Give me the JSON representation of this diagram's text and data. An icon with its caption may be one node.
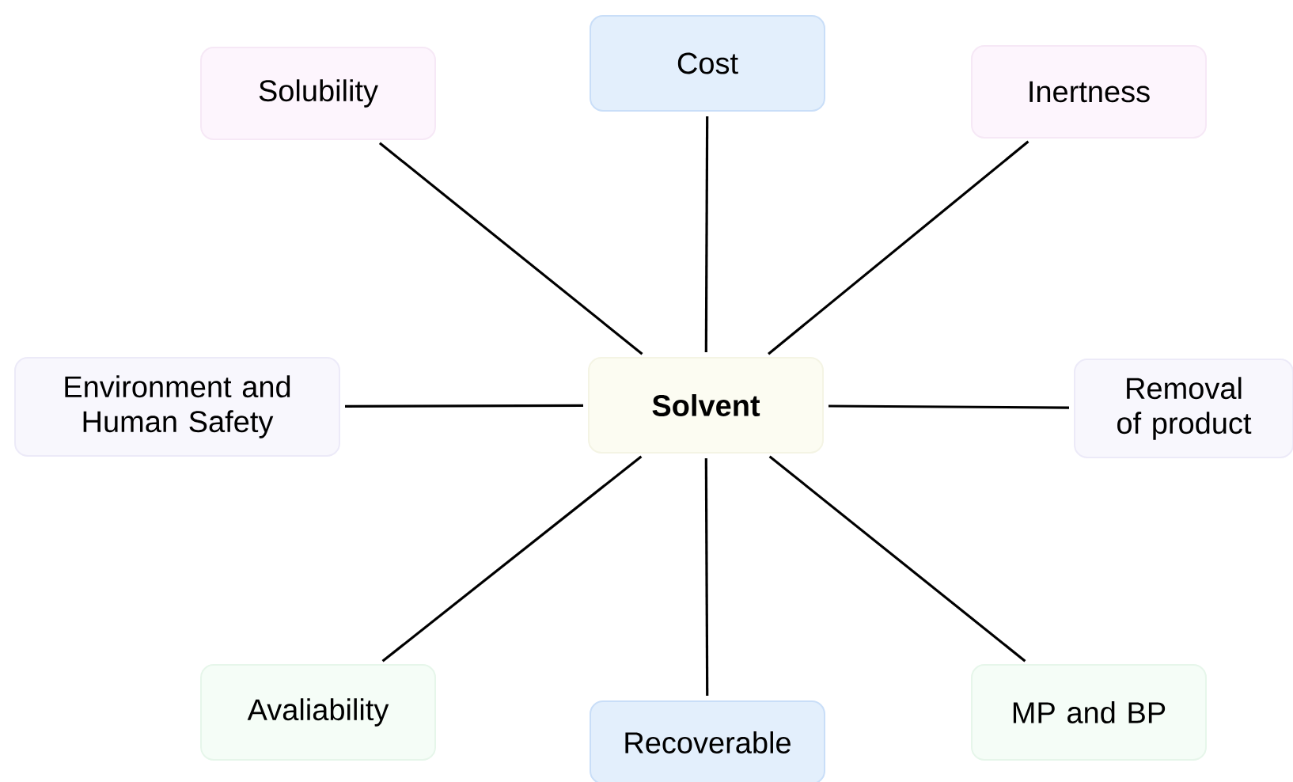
{
  "diagram": {
    "nodes": [
      {
        "text": [
          "**Solvent**"
        ]
      },
      {
        "text": [
          "Cost"
        ]
      },
      {
        "text": [
          "Solubility"
        ]
      },
      {
        "text": [
          "Inertness"
        ]
      },
      {
        "text": [
          "Environment and Human Safety"
        ]
      },
      {
        "text": [
          "Removal of product"
        ]
      },
      {
        "text": [
          "Avaliability"
        ]
      },
      {
        "text": [
          "Recoverable"
        ]
      },
      {
        "text": [
          "MP and BP"
        ]
      }
    ],
    "edges": [
      {
        "from": 0,
        "to": 1,
        "arrow": "none"
      },
      {
        "from": 0,
        "to": 2,
        "arrow": "none"
      },
      {
        "from": 0,
        "to": 3,
        "arrow": "none"
      },
      {
        "from": 0,
        "to": 4,
        "arrow": "none"
      },
      {
        "from": 0,
        "to": 5,
        "arrow": "none"
      },
      {
        "from": 0,
        "to": 6,
        "arrow": "none"
      },
      {
        "from": 0,
        "to": 7,
        "arrow": "none"
      },
      {
        "from": 0,
        "to": 8,
        "arrow": "none"
      }
    ]
  }
}
